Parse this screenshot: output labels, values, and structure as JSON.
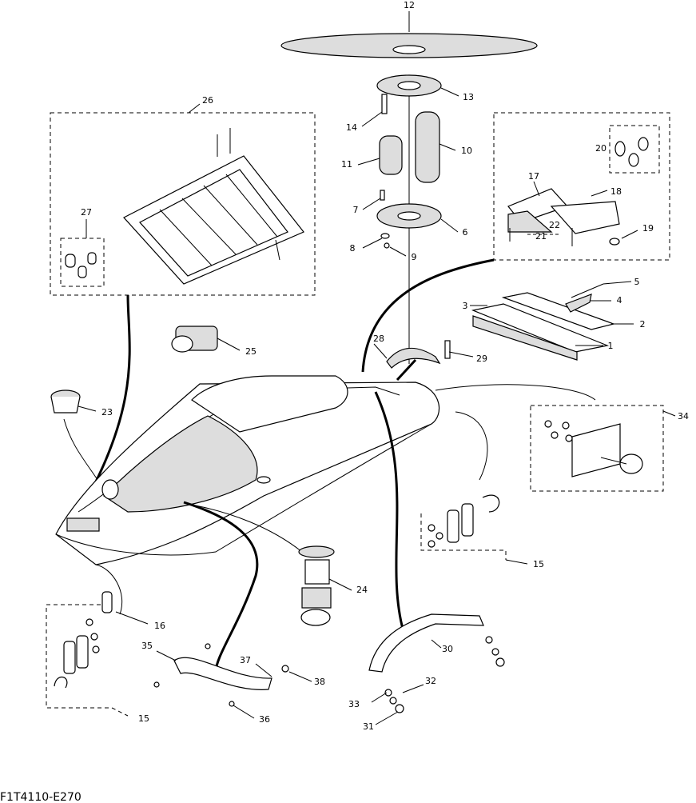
{
  "drawing_code": "F1T4110-E270",
  "callouts": {
    "c1": "1",
    "c2": "2",
    "c3": "3",
    "c4": "4",
    "c5": "5",
    "c6": "6",
    "c7": "7",
    "c8": "8",
    "c9": "9",
    "c10": "10",
    "c11": "11",
    "c12": "12",
    "c13": "13",
    "c14": "14",
    "c15a": "15",
    "c15b": "15",
    "c16": "16",
    "c17": "17",
    "c18": "18",
    "c19": "19",
    "c20": "20",
    "c21": "21",
    "c22": "22",
    "c23": "23",
    "c24": "24",
    "c25": "25",
    "c26": "26",
    "c27": "27",
    "c28": "28",
    "c29": "29",
    "c30": "30",
    "c31": "31",
    "c32": "32",
    "c33": "33",
    "c34": "34",
    "c35": "35",
    "c36": "36",
    "c37": "37",
    "c38": "38"
  }
}
